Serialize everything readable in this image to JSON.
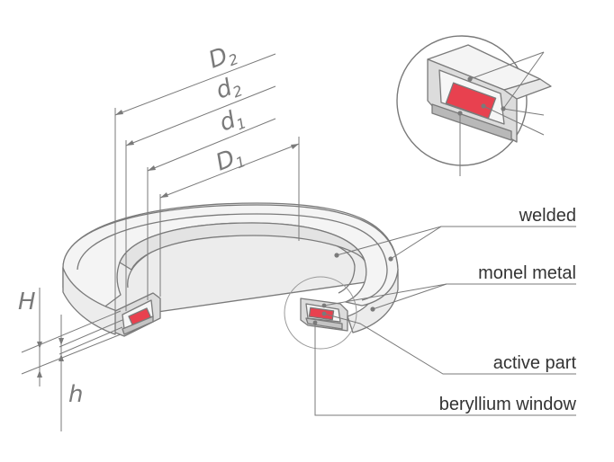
{
  "colors": {
    "line": "#7a7a7a",
    "ring_fill": "#f4f4f4",
    "ring_shade": "#e3e3e3",
    "active_part": "#e8414f",
    "window_fill": "#c4c4c4",
    "text": "#333333"
  },
  "dimensions": {
    "D2": {
      "letter": "D",
      "sub": "2"
    },
    "d2": {
      "letter": "d",
      "sub": "2"
    },
    "d1": {
      "letter": "d",
      "sub": "1"
    },
    "D1": {
      "letter": "D",
      "sub": "1"
    },
    "H": {
      "letter": "H"
    },
    "h": {
      "letter": "h"
    }
  },
  "callouts": {
    "welded": "welded",
    "monel_metal": "monel metal",
    "active_part": "active part",
    "beryllium_window": "beryllium window"
  }
}
